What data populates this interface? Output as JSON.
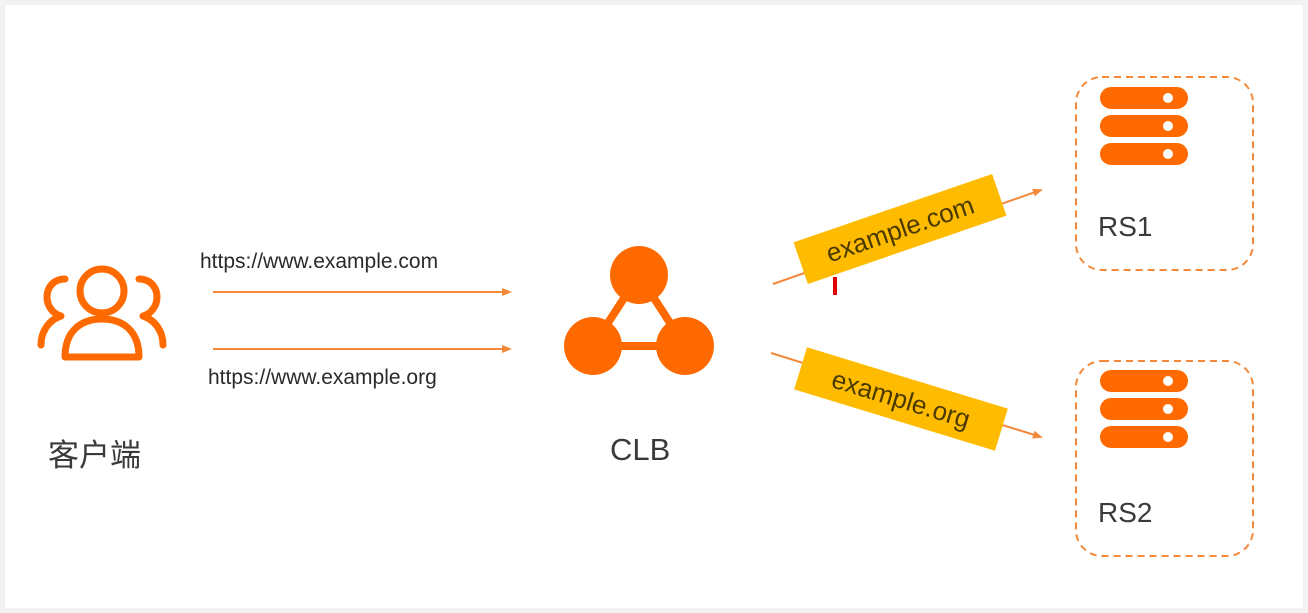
{
  "client": {
    "label": "客户端",
    "icon": "users-icon",
    "requests": [
      {
        "url": "https://www.example.com"
      },
      {
        "url": "https://www.example.org"
      }
    ]
  },
  "balancer": {
    "label": "CLB",
    "icon": "clb-network-icon"
  },
  "rules": [
    {
      "domain": "example.com",
      "target": "RS1"
    },
    {
      "domain": "example.org",
      "target": "RS2"
    }
  ],
  "servers": [
    {
      "label": "RS1",
      "icon": "server-icon"
    },
    {
      "label": "RS2",
      "icon": "server-icon"
    }
  ],
  "colors": {
    "accent": "#ff6a00",
    "arrow": "#f5893a",
    "tag": "#ffbb00",
    "cursor": "#e00000",
    "text": "#333333"
  }
}
